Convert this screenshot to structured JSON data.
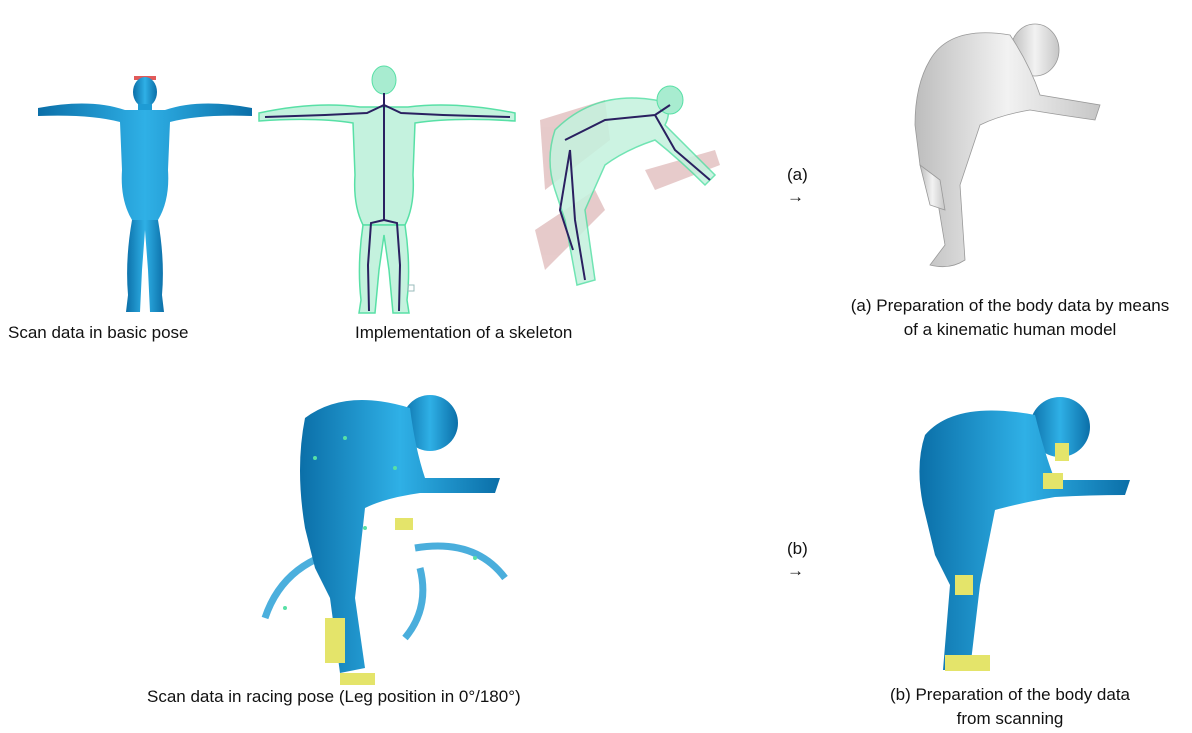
{
  "captions": {
    "scan_basic": "Scan data in basic pose",
    "skeleton": "Implementation of a skeleton",
    "prep_a": "(a) Preparation of the body data by means of a kinematic human model",
    "racing": "Scan data in racing pose (Leg position in 0°/180°)",
    "prep_b": "(b) Preparation of the body data from scanning"
  },
  "arrows": {
    "a_label": "(a)",
    "b_label": "(b)",
    "glyph": "→"
  },
  "colors": {
    "scan_blue": "#1e9bd4",
    "scan_dark": "#0b6fa8",
    "mesh_green": "#58e0a6",
    "bone": "#2a2060",
    "model_gray": "#d9d9d9",
    "artifact_yellow": "#e4e46a",
    "shadow_red": "#c98b8b"
  }
}
